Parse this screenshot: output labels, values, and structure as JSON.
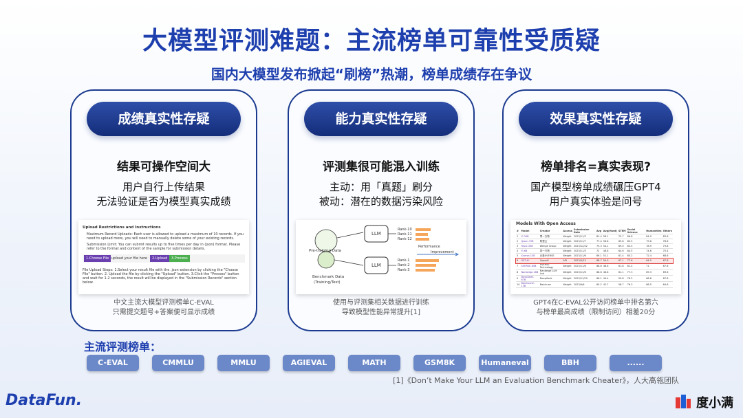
{
  "header": {
    "title": "大模型评测难题：主流榜单可靠性受质疑",
    "subtitle": "国内大模型发布掀起“刷榜”热潮，榜单成绩存在争议"
  },
  "cards": [
    {
      "pill": "成绩真实性存疑",
      "heading": "结果可操作空间大",
      "lines": [
        "用户自行上传结果",
        "无法验证是否为模型真实成绩"
      ],
      "caption": [
        "中文主流大模型评测榜单C-EVAL",
        "只需提交题号+答案便可显示成绩"
      ],
      "shot": {
        "title": "Upload Restrictions and Instructions",
        "b1": "Maximum Record Uploads: Each user is allowed to upload a maximum of 10 records. If you need to upload more, you will need to manually delete some of your existing records.",
        "b2": "Submission Limit: You can submit results up to five times per day in (json) format. Please refer to the format and content of the sample for submission details.",
        "btn1": "1.Choose File",
        "file": "upload your file here",
        "btn2": "2.Upload",
        "btn3": "3.Process",
        "steps": "File Upload Steps: 1.Select your result file with the .json extension by clicking the \"Choose File\" button. 2. Upload the file by clicking the \"Upload\" button. 3.Click the \"Process\" button and wait for 1-2 seconds, the result will be displayed in the \"Submission Records\" section below."
      }
    },
    {
      "pill": "能力真实性存疑",
      "heading": "评测集很可能混入训练",
      "lines": [
        "主动：用「真题」刷分",
        "被动：潜在的数据污染风险"
      ],
      "caption": [
        "使用与评测集相关数据进行训练",
        "导致模型性能异常提升[1]"
      ],
      "diagram": {
        "pretrain": "Pre-training Data",
        "bench": "Benchmark Data",
        "bench2": "(Training/Test)",
        "llm": "LLM",
        "ranks_top": [
          "Rank-10",
          "Rank-11",
          "Rank-12"
        ],
        "perf": "Performance",
        "improve": "Improvement",
        "ranks_bottom": [
          "Rank-1",
          "Rank-2",
          "Rank-3"
        ]
      }
    },
    {
      "pill": "效果真实性存疑",
      "heading": "榜单排名=真实表现?",
      "lines": [
        "国产模型榜单成绩碾压GPT4",
        "用户真实体验是问号"
      ],
      "caption": [
        "GPT4在C-EVAL公开访问榜单中排名第六",
        "与榜单最高成绩（限制访问）相差20分"
      ],
      "shot": {
        "title": "Models With Open Access",
        "cols": [
          "#",
          "Model",
          "Creator",
          "Access",
          "Submission Date",
          "Avg",
          "Avg(Hard)",
          "STEM",
          "Social Science",
          "Humanities",
          "Others"
        ],
        "rows": [
          [
            "1",
            "Yi-34B",
            "零一万物",
            "Weight",
            "2023/11/3",
            "81.4",
            "58.1",
            "75.7",
            "86.8",
            "84.9",
            "83.6"
          ],
          [
            "2",
            "Qwen-72B",
            "阿里云",
            "Weight",
            "2023/11/7",
            "77.4",
            "56.8",
            "69.8",
            "85.5",
            "79.6",
            "78.6"
          ],
          [
            "3",
            "Yayi2-30B",
            "Wenge Group",
            "Weight",
            "2023/12/22",
            "75.3",
            "54.1",
            "69.0",
            "83.5",
            "78.9",
            "73.8"
          ],
          [
            "4",
            "Yi-6B",
            "零一万物",
            "Weight",
            "2023/11/3",
            "72",
            "48.8",
            "64.6",
            "84.5",
            "74.6",
            "70.4"
          ],
          [
            "5",
            "Xverse-13B",
            "元象XVERSE",
            "Weight",
            "2023/11/6",
            "69.1",
            "51.1",
            "61.4",
            "80.2",
            "72.4",
            "68.6"
          ],
          [
            "6",
            "GPT-4*",
            "OpenAI",
            "API",
            "2023/5/15",
            "68.7",
            "54.9",
            "67.1",
            "77.6",
            "64.5",
            "67.8"
          ],
          [
            "7",
            "XVERSE-65B",
            "XVERSE Technology",
            "Weight",
            "2023/11/6",
            "68.6",
            "48.6",
            "61.6",
            "81.4",
            "71",
            "67.6"
          ],
          [
            "8",
            "Nanbeige-16B",
            "Nanbeige LLM Lab",
            "Weight",
            "2023/11/6",
            "68.6",
            "46.8",
            "61.1",
            "77.3",
            "69.3",
            "69.6"
          ],
          [
            "9",
            "DeepSeek-67B",
            "DeepSeek",
            "Weight",
            "2023/11/29",
            "66.1",
            "44.4",
            "59.8",
            "76.2",
            "68.6",
            "67.8"
          ],
          [
            "10",
            "Baichuan2-13B",
            "Baichuan",
            "Weight",
            "2023/9/6",
            "65.2",
            "42.7",
            "58.7",
            "76.3",
            "68.5",
            "64.6"
          ]
        ]
      }
    }
  ],
  "leaderboards": {
    "label": "主流评测榜单：",
    "items": [
      "C-EVAL",
      "CMMLU",
      "MMLU",
      "AGIEVAL",
      "MATH",
      "GSM8K",
      "Humaneval",
      "BBH",
      "......"
    ]
  },
  "reference": "[1]《Don’t Make Your LLM an Evaluation Benchmark Cheater》，人大高瓴团队",
  "logos": {
    "left": "DataFun.",
    "right": "度小满"
  },
  "colors": {
    "title": "#1e3fae",
    "pill": "#142d7a",
    "tag": "#6b88c9",
    "card_border": "#1b3a8f"
  }
}
